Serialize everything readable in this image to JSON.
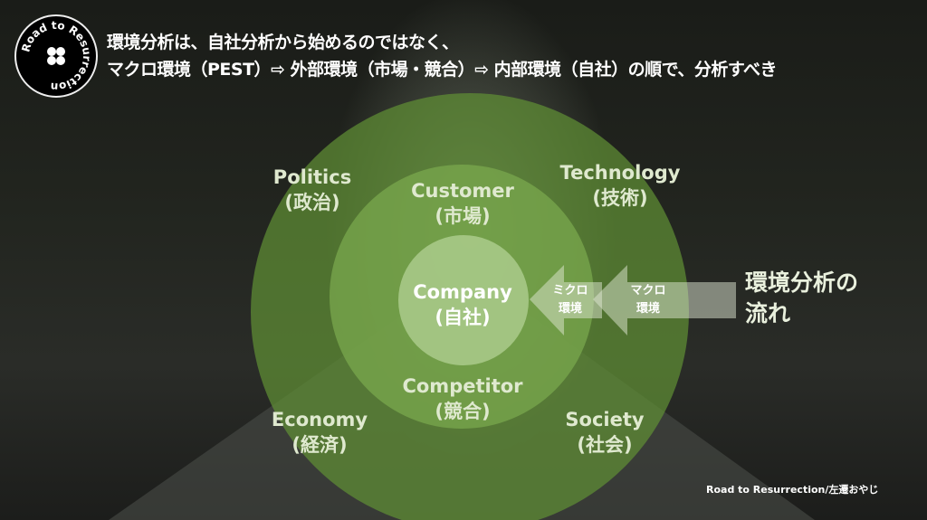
{
  "header": {
    "line1": "環境分析は、自社分析から始めるのではなく、",
    "line2": "マクロ環境（PEST）⇨ 外部環境（市場・競合）⇨ 内部環境（自社）の順で、分析すべき"
  },
  "logo": {
    "text": "Road to Resurrection",
    "icon": "clover-icon"
  },
  "outer": {
    "politics": [
      "Politics",
      "(政治)"
    ],
    "technology": [
      "Technology",
      "(技術)"
    ],
    "economy": [
      "Economy",
      "(経済)"
    ],
    "society": [
      "Society",
      "(社会)"
    ]
  },
  "middle": {
    "customer": [
      "Customer",
      "(市場)"
    ],
    "competitor": [
      "Competitor",
      "(競合)"
    ]
  },
  "inner": {
    "company": [
      "Company",
      "(自社)"
    ]
  },
  "arrows": {
    "micro": [
      "ミクロ",
      "環境"
    ],
    "macro": [
      "マクロ",
      "環境"
    ]
  },
  "flow": [
    "環境分析の",
    "流れ"
  ],
  "footer": "Road to Resurrection/左遷おやじ",
  "colors": {
    "outer": "#6a9a3e",
    "middle": "#7fae52",
    "inner": "#a9c98a"
  }
}
